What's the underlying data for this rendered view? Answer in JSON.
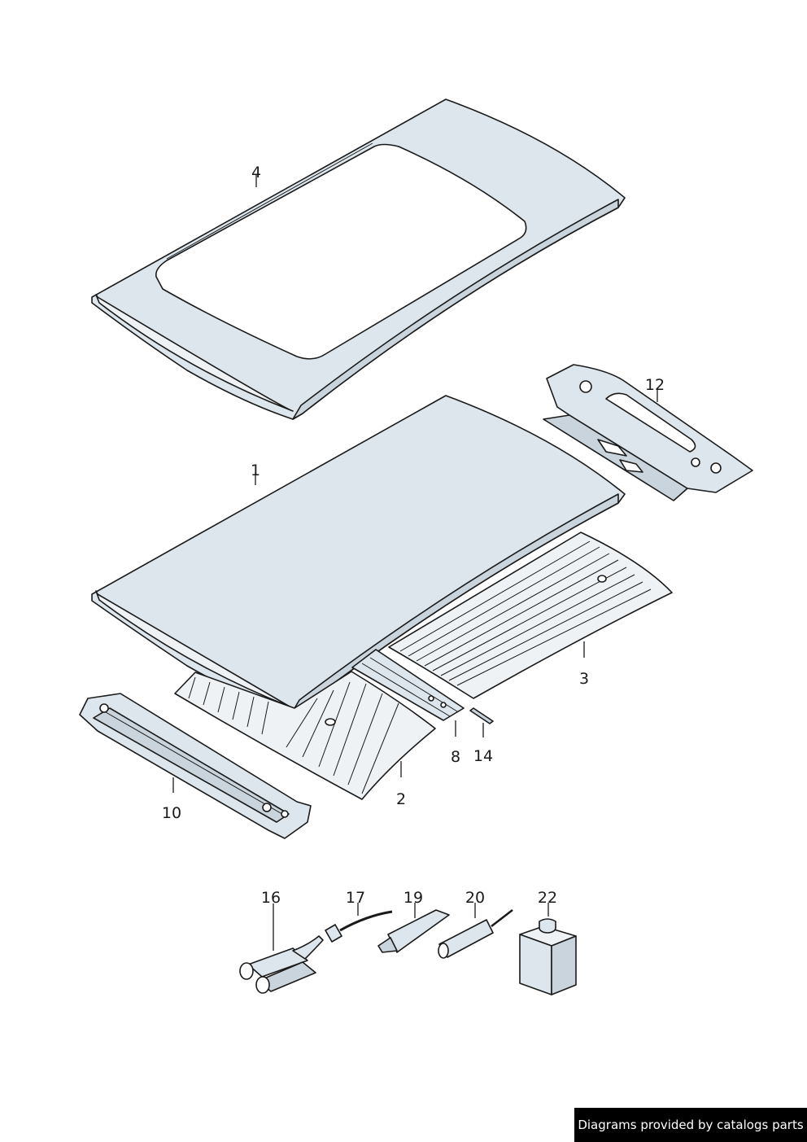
{
  "callouts": [
    {
      "id": "4",
      "label": "4"
    },
    {
      "id": "12",
      "label": "12"
    },
    {
      "id": "1",
      "label": "1"
    },
    {
      "id": "3",
      "label": "3"
    },
    {
      "id": "8",
      "label": "8"
    },
    {
      "id": "14",
      "label": "14"
    },
    {
      "id": "2",
      "label": "2"
    },
    {
      "id": "10",
      "label": "10"
    },
    {
      "id": "16",
      "label": "16"
    },
    {
      "id": "17",
      "label": "17"
    },
    {
      "id": "19",
      "label": "19"
    },
    {
      "id": "20",
      "label": "20"
    },
    {
      "id": "22",
      "label": "22"
    }
  ],
  "footer": {
    "text": "Diagrams provided by catalogs parts"
  }
}
